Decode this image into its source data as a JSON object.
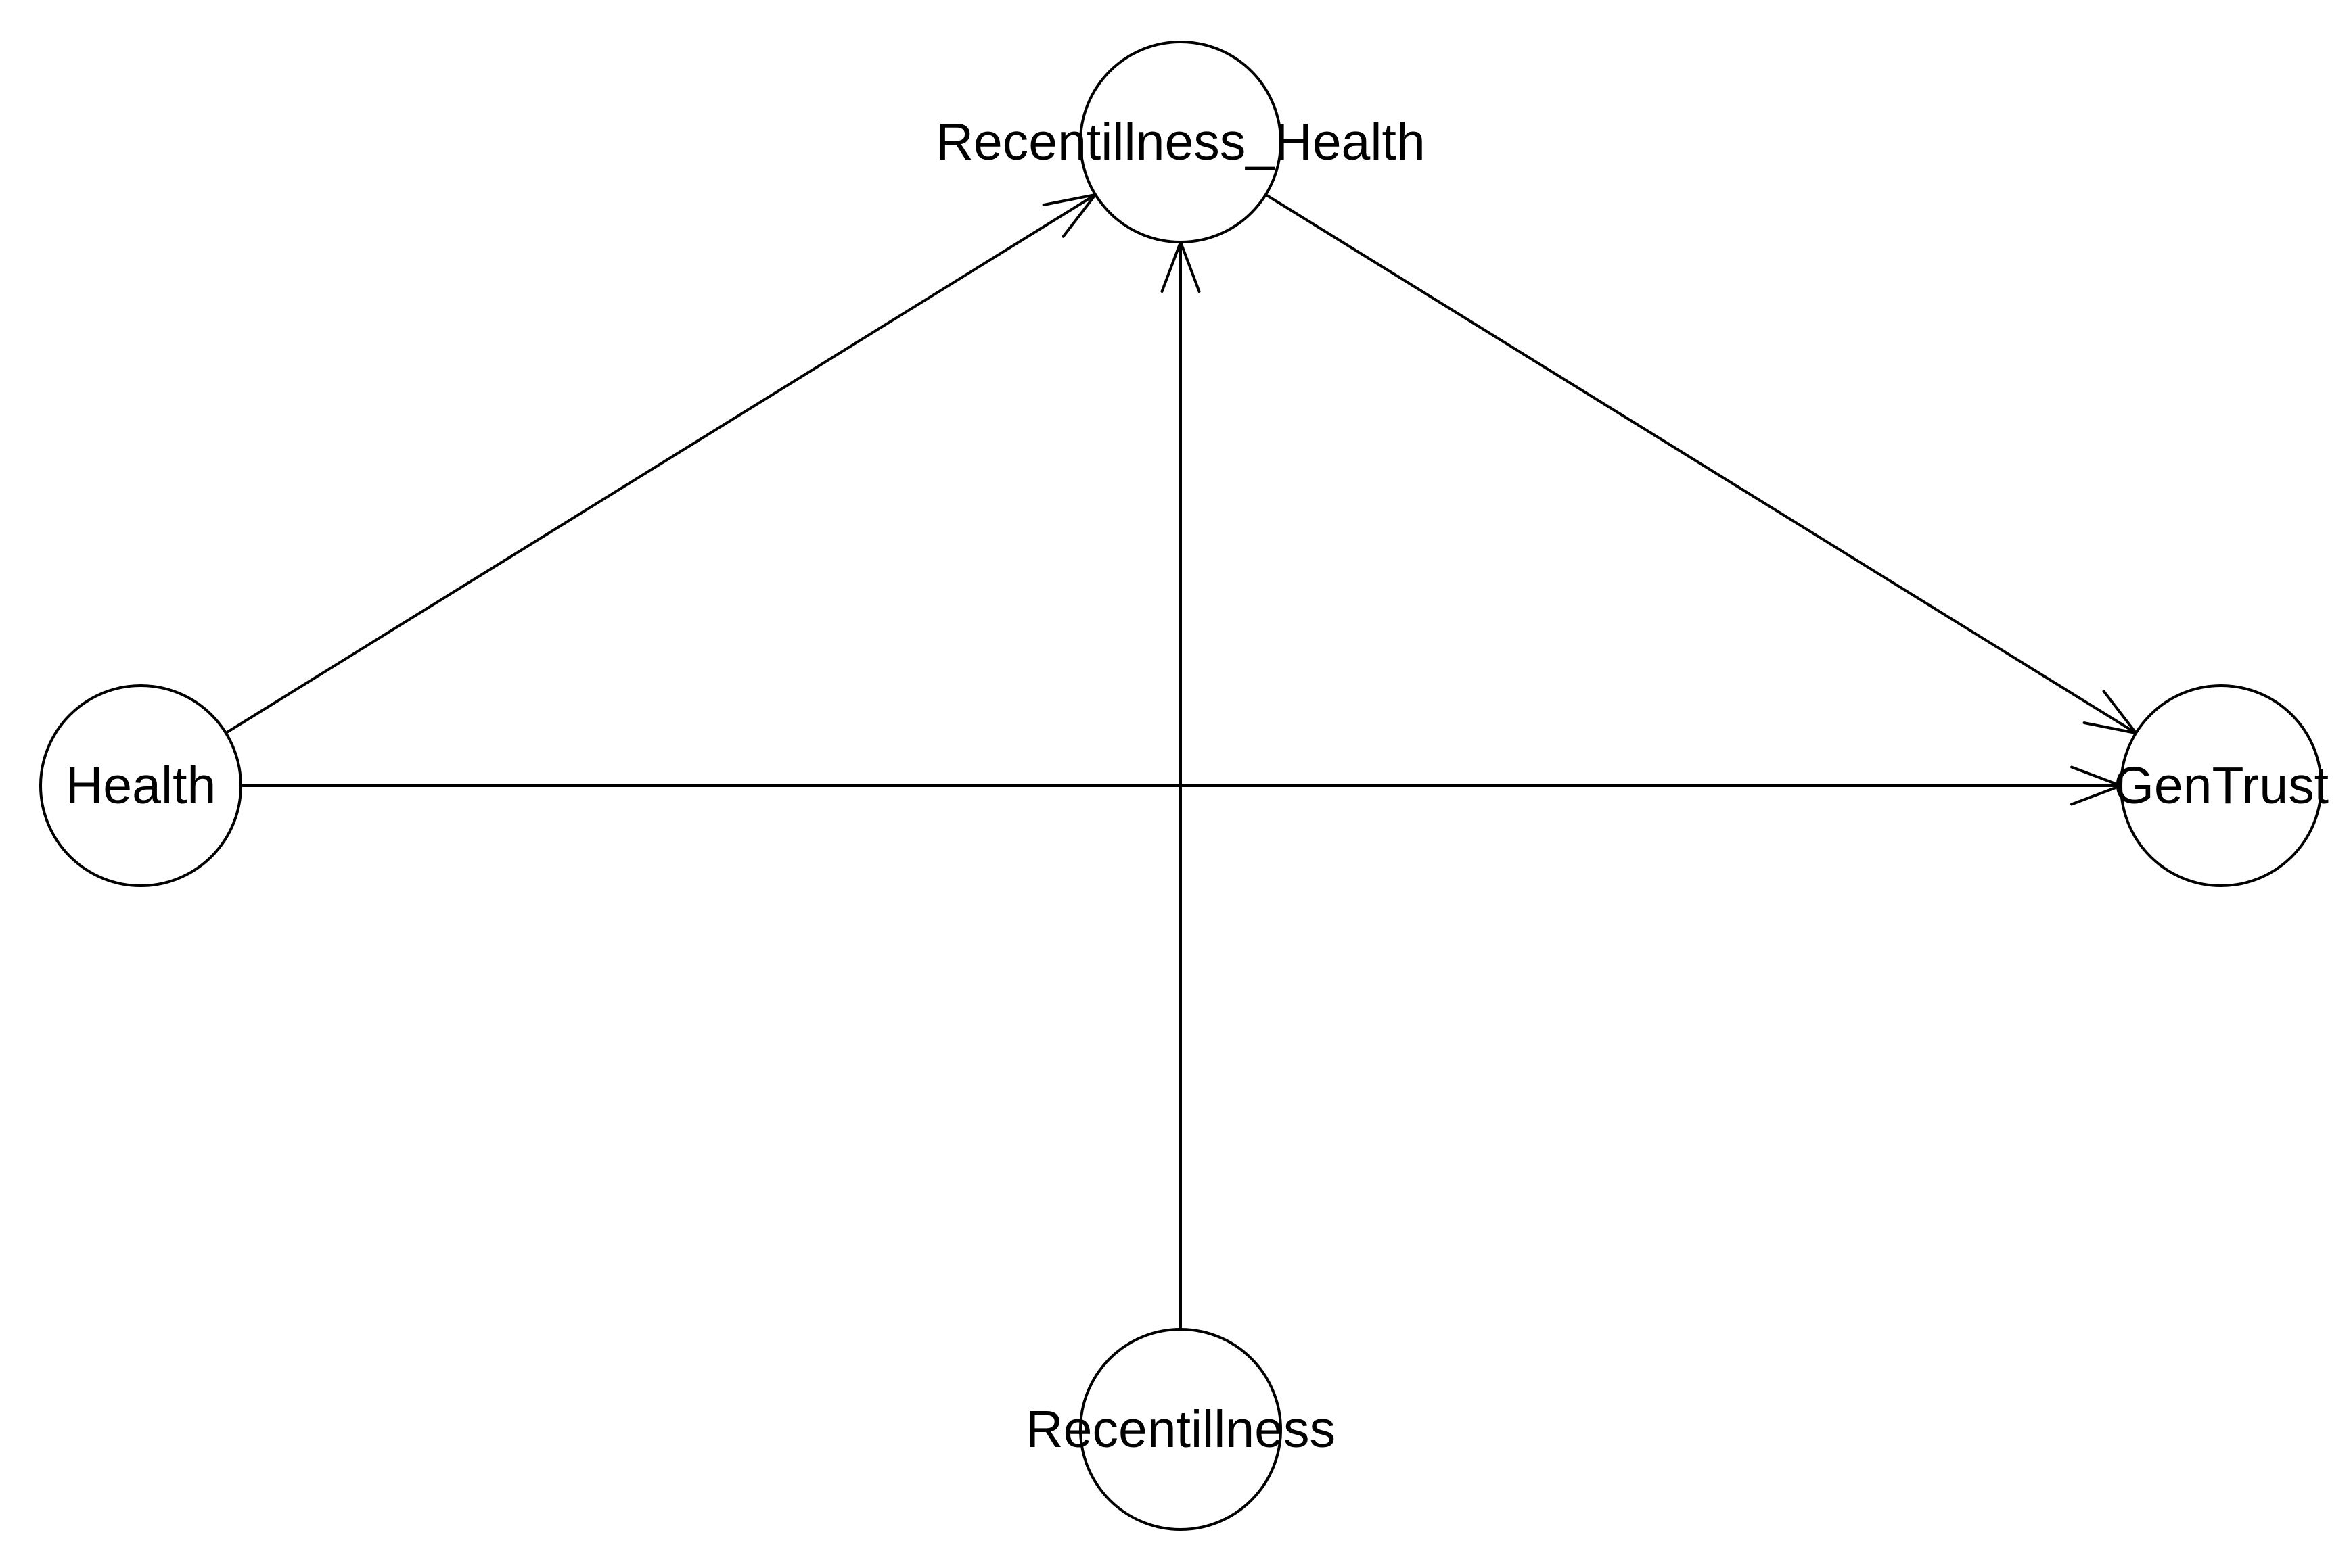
{
  "diagram": {
    "nodes": [
      {
        "id": "recentillness_health",
        "label": "Recentillness_Health"
      },
      {
        "id": "health",
        "label": "Health"
      },
      {
        "id": "gentrust",
        "label": "GenTrust"
      },
      {
        "id": "recentillness",
        "label": "Recentillness"
      }
    ],
    "edges": [
      {
        "from": "health",
        "to": "recentillness_health"
      },
      {
        "from": "health",
        "to": "gentrust"
      },
      {
        "from": "recentillness",
        "to": "recentillness_health"
      },
      {
        "from": "recentillness_health",
        "to": "gentrust"
      }
    ],
    "colors": {
      "stroke": "#000000",
      "background": "#ffffff"
    }
  }
}
